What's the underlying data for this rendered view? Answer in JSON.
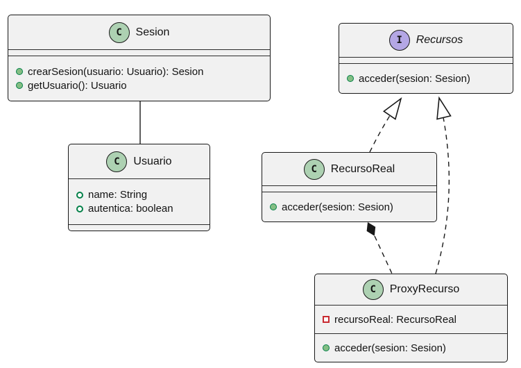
{
  "diagram": {
    "kind": "uml-class-diagram",
    "pattern": "Proxy",
    "colors": {
      "background": "#FFFFFF",
      "box_fill": "#F1F1F1",
      "border": "#181818",
      "class_spot_fill": "#ADD1B2",
      "interface_spot_fill": "#B4A7E5",
      "public_method_fill": "#84BE84",
      "visibility_green": "#038048",
      "private_red": "#C82930"
    }
  },
  "classes": [
    {
      "name": "Sesion",
      "kind": "class",
      "spot_letter": "C",
      "fields": [],
      "methods": [
        {
          "visibility": "public",
          "label": "crearSesion(usuario: Usuario): Sesion"
        },
        {
          "visibility": "public",
          "label": "getUsuario(): Usuario"
        }
      ]
    },
    {
      "name": "Recursos",
      "kind": "interface",
      "spot_letter": "I",
      "fields": [],
      "methods": [
        {
          "visibility": "public",
          "label": "acceder(sesion: Sesion)"
        }
      ]
    },
    {
      "name": "Usuario",
      "kind": "class",
      "spot_letter": "C",
      "fields": [
        {
          "visibility": "public",
          "label": "name: String"
        },
        {
          "visibility": "public",
          "label": "autentica: boolean"
        }
      ],
      "methods": []
    },
    {
      "name": "RecursoReal",
      "kind": "class",
      "spot_letter": "C",
      "fields": [],
      "methods": [
        {
          "visibility": "public",
          "label": "acceder(sesion: Sesion)"
        }
      ]
    },
    {
      "name": "ProxyRecurso",
      "kind": "class",
      "spot_letter": "C",
      "fields": [
        {
          "visibility": "private",
          "label": "recursoReal: RecursoReal"
        }
      ],
      "methods": [
        {
          "visibility": "public",
          "label": "acceder(sesion: Sesion)"
        }
      ]
    }
  ],
  "relations": [
    {
      "type": "association",
      "from": "Sesion",
      "to": "Usuario",
      "line": "solid"
    },
    {
      "type": "realization",
      "from": "RecursoReal",
      "to": "Recursos",
      "line": "dashed",
      "arrow": "hollow-triangle"
    },
    {
      "type": "realization",
      "from": "ProxyRecurso",
      "to": "Recursos",
      "line": "dashed",
      "arrow": "hollow-triangle"
    },
    {
      "type": "composition",
      "from": "ProxyRecurso",
      "to": "RecursoReal",
      "line": "dashed",
      "diamond_at": "RecursoReal"
    }
  ]
}
